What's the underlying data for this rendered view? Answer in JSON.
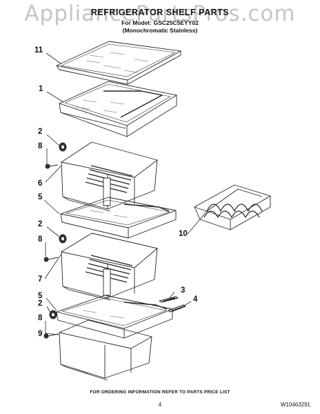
{
  "watermark": "AppliancePartsPros.com",
  "title": "REFRIGERATOR SHELF PARTS",
  "model_prefix": "For Model:",
  "model_number": "GSC25C5EYY02",
  "subtitle": "(Monochromatic Stainless)",
  "callouts": [
    "11",
    "1",
    "2",
    "8",
    "6",
    "5",
    "2",
    "8",
    "7",
    "5",
    "2",
    "8",
    "9",
    "3",
    "4",
    "10"
  ],
  "footer_note": "FOR ORDERING INFORMATION REFER TO PARTS PRICE LIST",
  "page_number": "4",
  "document_number": "W10463291"
}
